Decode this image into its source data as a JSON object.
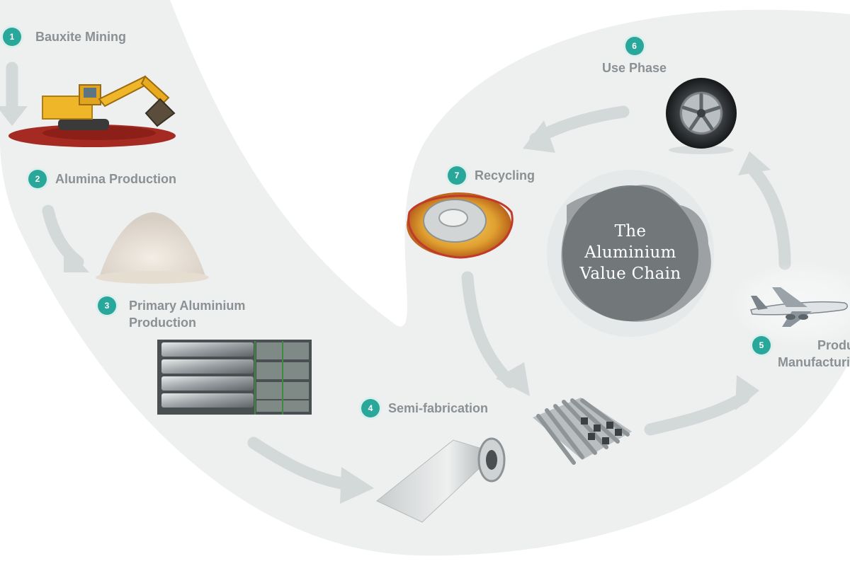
{
  "diagram": {
    "center_title": "The\nAluminium\nValue Chain",
    "steps": [
      {
        "number": "1",
        "label": "Bauxite Mining"
      },
      {
        "number": "2",
        "label": "Alumina Production"
      },
      {
        "number": "3",
        "label": "Primary Aluminium\nProduction"
      },
      {
        "number": "4",
        "label": "Semi-fabrication"
      },
      {
        "number": "5",
        "label": "Product\nManufacturing"
      },
      {
        "number": "6",
        "label": "Use Phase"
      },
      {
        "number": "7",
        "label": "Recycling"
      }
    ],
    "colors": {
      "badge": "#2aa79b",
      "band": "#eef0f0",
      "arrow": "#d3d8d8",
      "label": "#8a9093",
      "center_circle": "#7a7f82"
    },
    "images": [
      {
        "name": "excavator-illustration"
      },
      {
        "name": "alumina-powder-pile"
      },
      {
        "name": "aluminium-ingots-photo"
      },
      {
        "name": "aluminium-sheet-roll"
      },
      {
        "name": "aluminium-profiles-bundle"
      },
      {
        "name": "airplane-photo"
      },
      {
        "name": "car-wheel-photo"
      },
      {
        "name": "crushed-can-photo"
      }
    ]
  }
}
